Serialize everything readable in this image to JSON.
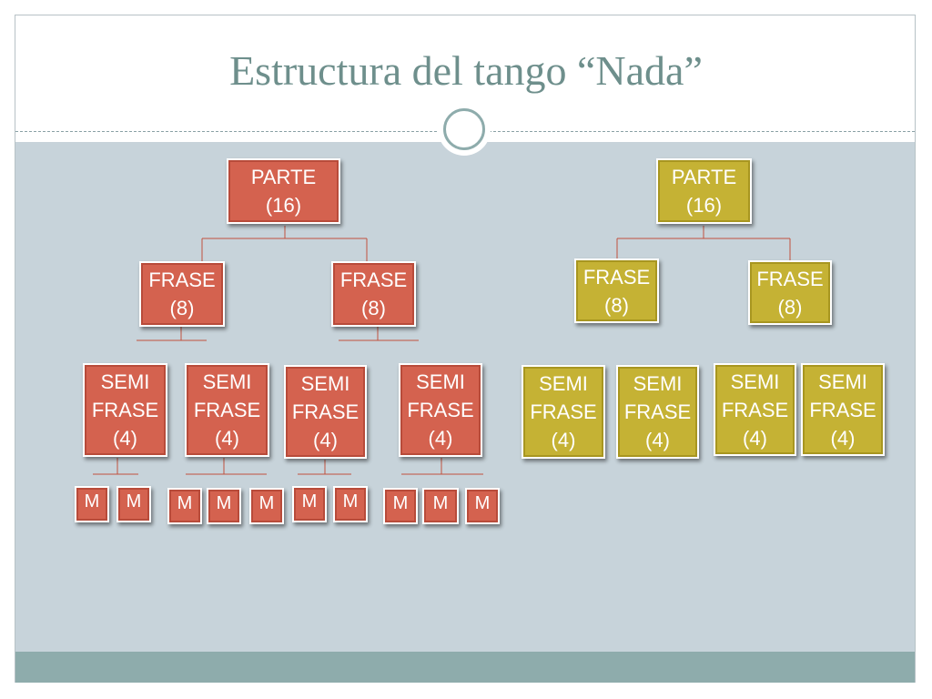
{
  "title": "Estructura del tango “Nada”",
  "colors": {
    "red_group": "#d4624f",
    "gold_group": "#c5b234",
    "title": "#6e8f8c",
    "panel": "#c7d3da",
    "footer": "#8eacac"
  },
  "red_tree": {
    "parte": "PARTE\n(16)",
    "frases": [
      "FRASE\n(8)",
      "FRASE\n(8)"
    ],
    "semifrases": [
      "SEMI\nFRASE\n(4)",
      "SEMI\nFRASE\n(4)",
      "SEMI\nFRASE\n(4)",
      "SEMI\nFRASE\n(4)"
    ],
    "measures": [
      "M",
      "M",
      "M",
      "M",
      "M",
      "M",
      "M",
      "M",
      "M",
      "M"
    ]
  },
  "gold_tree": {
    "parte": "PARTE\n(16)",
    "frases": [
      "FRASE\n(8)",
      "FRASE\n(8)"
    ],
    "semifrases": [
      "SEMI\nFRASE\n(4)",
      "SEMI\nFRASE\n(4)",
      "SEMI\nFRASE\n(4)",
      "SEMI\nFRASE\n(4)"
    ]
  }
}
